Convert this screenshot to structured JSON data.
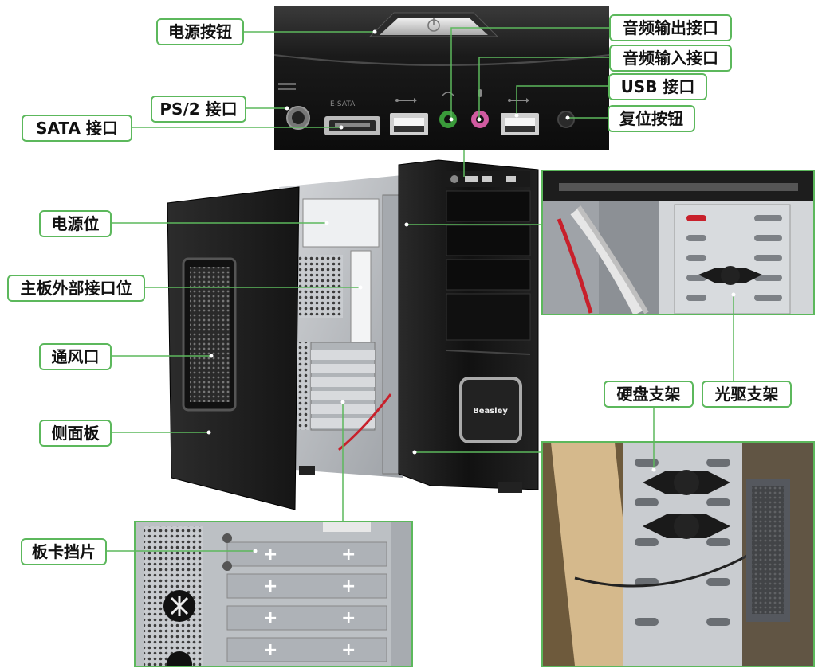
{
  "colors": {
    "accent": "#5cb85c",
    "case_black": "#1c1c1c",
    "case_dark": "#0f0f0f",
    "steel": "#b9bcc0",
    "steel_dark": "#8d9196",
    "cable_red": "#c8202b",
    "audio_green": "#3a9a3a",
    "audio_pink": "#d05aa0"
  },
  "icons": [
    "power-symbol-icon",
    "usb-symbol-icon",
    "headphone-jack-icon",
    "microphone-jack-icon",
    "fan-grille-icon"
  ],
  "labels": {
    "power_button": "电源按钮",
    "ps2": "PS/2 接口",
    "sata": "SATA 接口",
    "audio_out": "音频输出接口",
    "audio_in": "音频输入接口",
    "usb": "USB 接口",
    "reset": "复位按钮",
    "psu_bay": "电源位",
    "mb_io": "主板外部接口位",
    "vent": "通风口",
    "side_panel": "侧面板",
    "slot_covers": "板卡挡片",
    "hdd_bracket": "硬盘支架",
    "odd_bracket": "光驱支架"
  },
  "front_badge": "Beasley",
  "port_print": "E-SATA"
}
